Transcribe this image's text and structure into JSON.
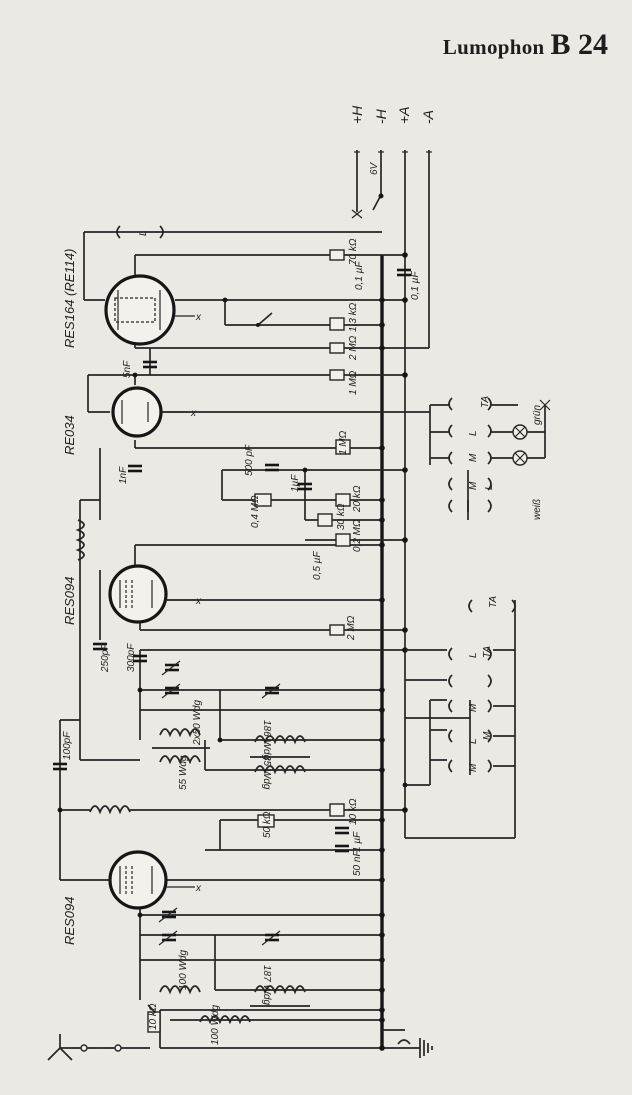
{
  "header": {
    "maker": "Lumophon",
    "model": "B 24"
  },
  "tubes": [
    "RES164 (RE114)",
    "RE034",
    "RES094",
    "RES094"
  ],
  "supply": {
    "terminals": [
      "+H",
      "-H",
      "+A",
      "-A"
    ],
    "switch": "6V"
  },
  "components": {
    "res_top": [
      "70 kΩ",
      "1,3 kΩ",
      "2 MΩ",
      "1 MΩ"
    ],
    "cap_top": [
      "0,1 µF",
      "0,1 µF"
    ],
    "res_mid": [
      "1 MΩ",
      "0,4 MΩ",
      "20 kΩ",
      "30 kΩ",
      "0,2 MΩ",
      "2 MΩ"
    ],
    "cap_mid": [
      "5nF",
      "1nF",
      "500 pF",
      "1µF",
      "0,5 µF",
      "250pF",
      "300pF",
      "100pF"
    ],
    "res_low": [
      "10 kΩ",
      "50 kΩ",
      "10 kΩ"
    ],
    "cap_low": [
      "1 µF",
      "50 nF"
    ],
    "coils": [
      "2x50 Wdg",
      "55 Wdg",
      "186 Wdg",
      "35 Wdg",
      "100 Wdg",
      "187 Wdg",
      "100 Wdg"
    ],
    "speaker": "L"
  },
  "switches": {
    "labels": [
      "TA",
      "L",
      "M"
    ],
    "lamps": [
      "grün",
      "weiß"
    ]
  }
}
